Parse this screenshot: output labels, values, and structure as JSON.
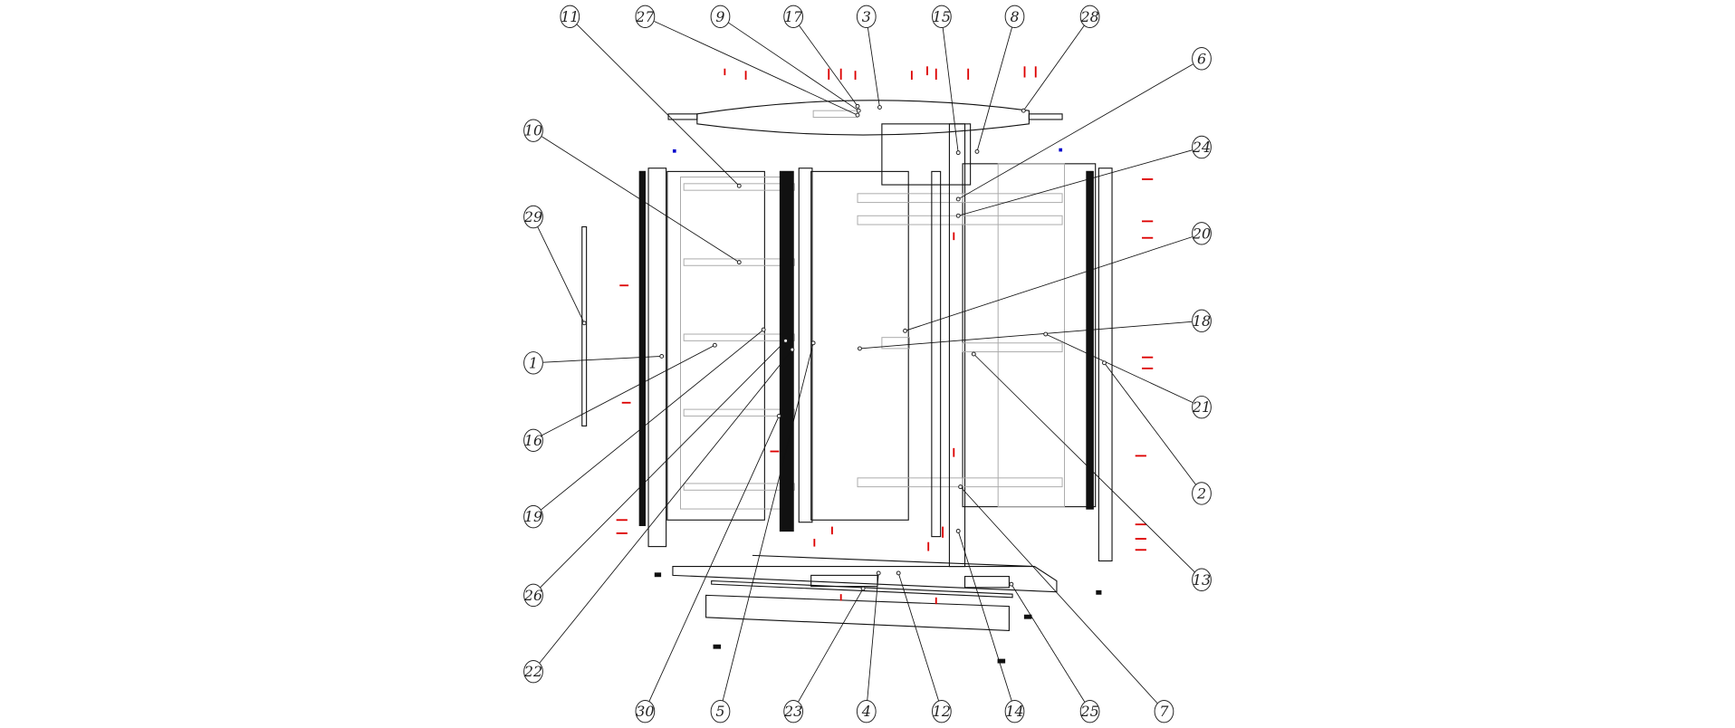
{
  "diagram": {
    "title": "Wardrobe exploded assembly view",
    "callouts": [
      {
        "id": "11"
      },
      {
        "id": "27"
      },
      {
        "id": "9"
      },
      {
        "id": "17"
      },
      {
        "id": "3"
      },
      {
        "id": "15"
      },
      {
        "id": "8"
      },
      {
        "id": "28"
      },
      {
        "id": "6"
      },
      {
        "id": "24"
      },
      {
        "id": "20"
      },
      {
        "id": "18"
      },
      {
        "id": "21"
      },
      {
        "id": "2"
      },
      {
        "id": "13"
      },
      {
        "id": "10"
      },
      {
        "id": "29"
      },
      {
        "id": "1"
      },
      {
        "id": "16"
      },
      {
        "id": "19"
      },
      {
        "id": "26"
      },
      {
        "id": "22"
      },
      {
        "id": "30"
      },
      {
        "id": "5"
      },
      {
        "id": "23"
      },
      {
        "id": "4"
      },
      {
        "id": "12"
      },
      {
        "id": "14"
      },
      {
        "id": "25"
      },
      {
        "id": "7"
      }
    ],
    "colors": {
      "line": "#111111",
      "ghost": "#aaaaaa",
      "hardware": "#dd0000",
      "marker": "#0000cc"
    }
  }
}
